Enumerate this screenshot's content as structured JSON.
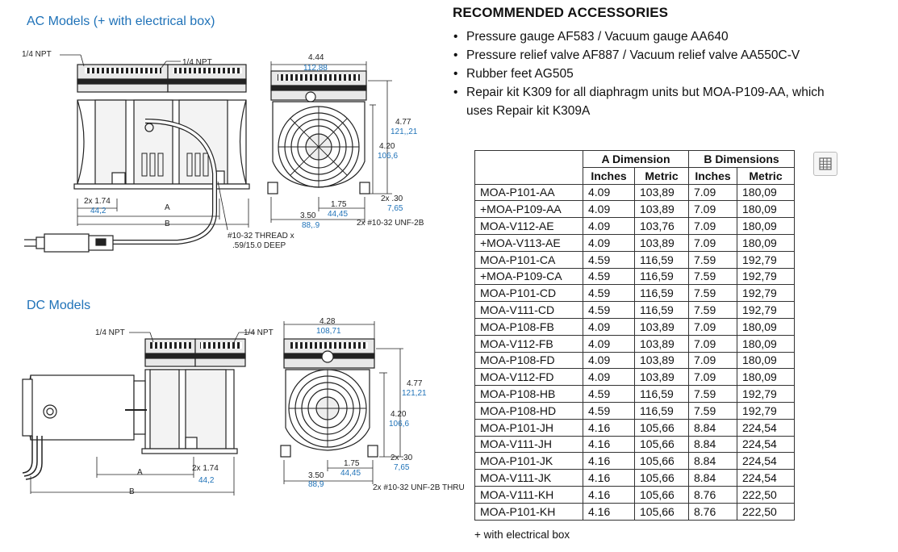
{
  "ac_section": {
    "title": "AC Models (+ with electrical box)",
    "side_labels": {
      "npt_left": "1/4 NPT",
      "npt_right": "1/4 NPT",
      "dim_2x174": "2x 1.74",
      "dim_2x174_mm": "44,2",
      "label_a": "A",
      "label_b": "B",
      "thread": "#10-32 THREAD x",
      "thread_depth": ".59/15.0 DEEP"
    },
    "front_labels": {
      "width": "4.44",
      "width_mm": "112,88",
      "h1": "4.77",
      "h1_mm": "121,,21",
      "h2": "4.20",
      "h2_mm": "106,6",
      "d175": "1.75",
      "d175_mm": "44,45",
      "d350": "3.50",
      "d350_mm": "88,.9",
      "d2x30": "2x .30",
      "d2x30_mm": "7,65",
      "unf": "2x #10-32 UNF-2B"
    }
  },
  "dc_section": {
    "title": "DC Models",
    "side_labels": {
      "npt_left": "1/4 NPT",
      "npt_right": "1/4 NPT",
      "label_a": "A",
      "label_b": "B",
      "dim_2x174": "2x 1.74",
      "dim_2x174_mm": "44,2"
    },
    "front_labels": {
      "width": "4.28",
      "width_mm": "108,71",
      "h1": "4.77",
      "h1_mm": "121,21",
      "h2": "4.20",
      "h2_mm": "106,6",
      "d175": "1.75",
      "d175_mm": "44,45",
      "d350": "3.50",
      "d350_mm": "88,9",
      "d2x30": "2x .30",
      "d2x30_mm": "7,65",
      "unf": "2x #10-32 UNF-2B THRU"
    }
  },
  "accessories": {
    "title": "RECOMMENDED ACCESSORIES",
    "items": [
      "Pressure gauge AF583 / Vacuum gauge AA640",
      "Pressure relief valve AF887 / Vacuum relief valve AA550C-V",
      "Rubber feet AG505",
      "Repair kit K309 for all diaphragm units but MOA-P109-AA, which uses Repair kit K309A"
    ]
  },
  "table": {
    "group_a": "A Dimension",
    "group_b": "B Dimensions",
    "sub_inches": "Inches",
    "sub_metric": "Metric",
    "rows": [
      [
        "MOA-P101-AA",
        "4.09",
        "103,89",
        "7.09",
        "180,09"
      ],
      [
        "+MOA-P109-AA",
        "4.09",
        "103,89",
        "7.09",
        "180,09"
      ],
      [
        "MOA-V112-AE",
        "4.09",
        "103,76",
        "7.09",
        "180,09"
      ],
      [
        "+MOA-V113-AE",
        "4.09",
        "103,89",
        "7.09",
        "180,09"
      ],
      [
        "MOA-P101-CA",
        "4.59",
        "116,59",
        "7.59",
        "192,79"
      ],
      [
        "+MOA-P109-CA",
        "4.59",
        "116,59",
        "7.59",
        "192,79"
      ],
      [
        "MOA-P101-CD",
        "4.59",
        "116,59",
        "7.59",
        "192,79"
      ],
      [
        "MOA-V111-CD",
        "4.59",
        "116,59",
        "7.59",
        "192,79"
      ],
      [
        "MOA-P108-FB",
        "4.09",
        "103,89",
        "7.09",
        "180,09"
      ],
      [
        "MOA-V112-FB",
        "4.09",
        "103,89",
        "7.09",
        "180,09"
      ],
      [
        "MOA-P108-FD",
        "4.09",
        "103,89",
        "7.09",
        "180,09"
      ],
      [
        "MOA-V112-FD",
        "4.09",
        "103,89",
        "7.09",
        "180,09"
      ],
      [
        "MOA-P108-HB",
        "4.59",
        "116,59",
        "7.59",
        "192,79"
      ],
      [
        "MOA-P108-HD",
        "4.59",
        "116,59",
        "7.59",
        "192,79"
      ],
      [
        "MOA-P101-JH",
        "4.16",
        "105,66",
        "8.84",
        "224,54"
      ],
      [
        "MOA-V111-JH",
        "4.16",
        "105,66",
        "8.84",
        "224,54"
      ],
      [
        "MOA-P101-JK",
        "4.16",
        "105,66",
        "8.84",
        "224,54"
      ],
      [
        "MOA-V111-JK",
        "4.16",
        "105,66",
        "8.84",
        "224,54"
      ],
      [
        "MOA-V111-KH",
        "4.16",
        "105,66",
        "8.76",
        "222,50"
      ],
      [
        "MOA-P101-KH",
        "4.16",
        "105,66",
        "8.76",
        "222,50"
      ]
    ],
    "footnote": "+ with electrical box"
  },
  "icons": {
    "table_tool": "spreadsheet-icon"
  }
}
